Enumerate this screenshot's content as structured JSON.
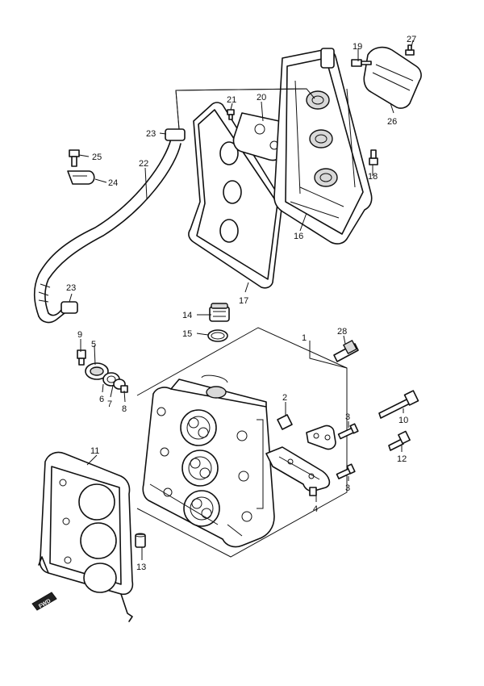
{
  "callouts": {
    "c1": "1",
    "c2": "2",
    "c3a": "3",
    "c3b": "3",
    "c4": "4",
    "c5": "5",
    "c6": "6",
    "c7": "7",
    "c8": "8",
    "c9": "9",
    "c10": "10",
    "c11": "11",
    "c12": "12",
    "c13": "13",
    "c14": "14",
    "c15": "15",
    "c16": "16",
    "c17": "17",
    "c18": "18",
    "c19": "19",
    "c20": "20",
    "c21": "21",
    "c22": "22",
    "c23a": "23",
    "c23b": "23",
    "c24": "24",
    "c25": "25",
    "c26": "26",
    "c27": "27",
    "c28": "28"
  },
  "fwd_badge": "FWD"
}
